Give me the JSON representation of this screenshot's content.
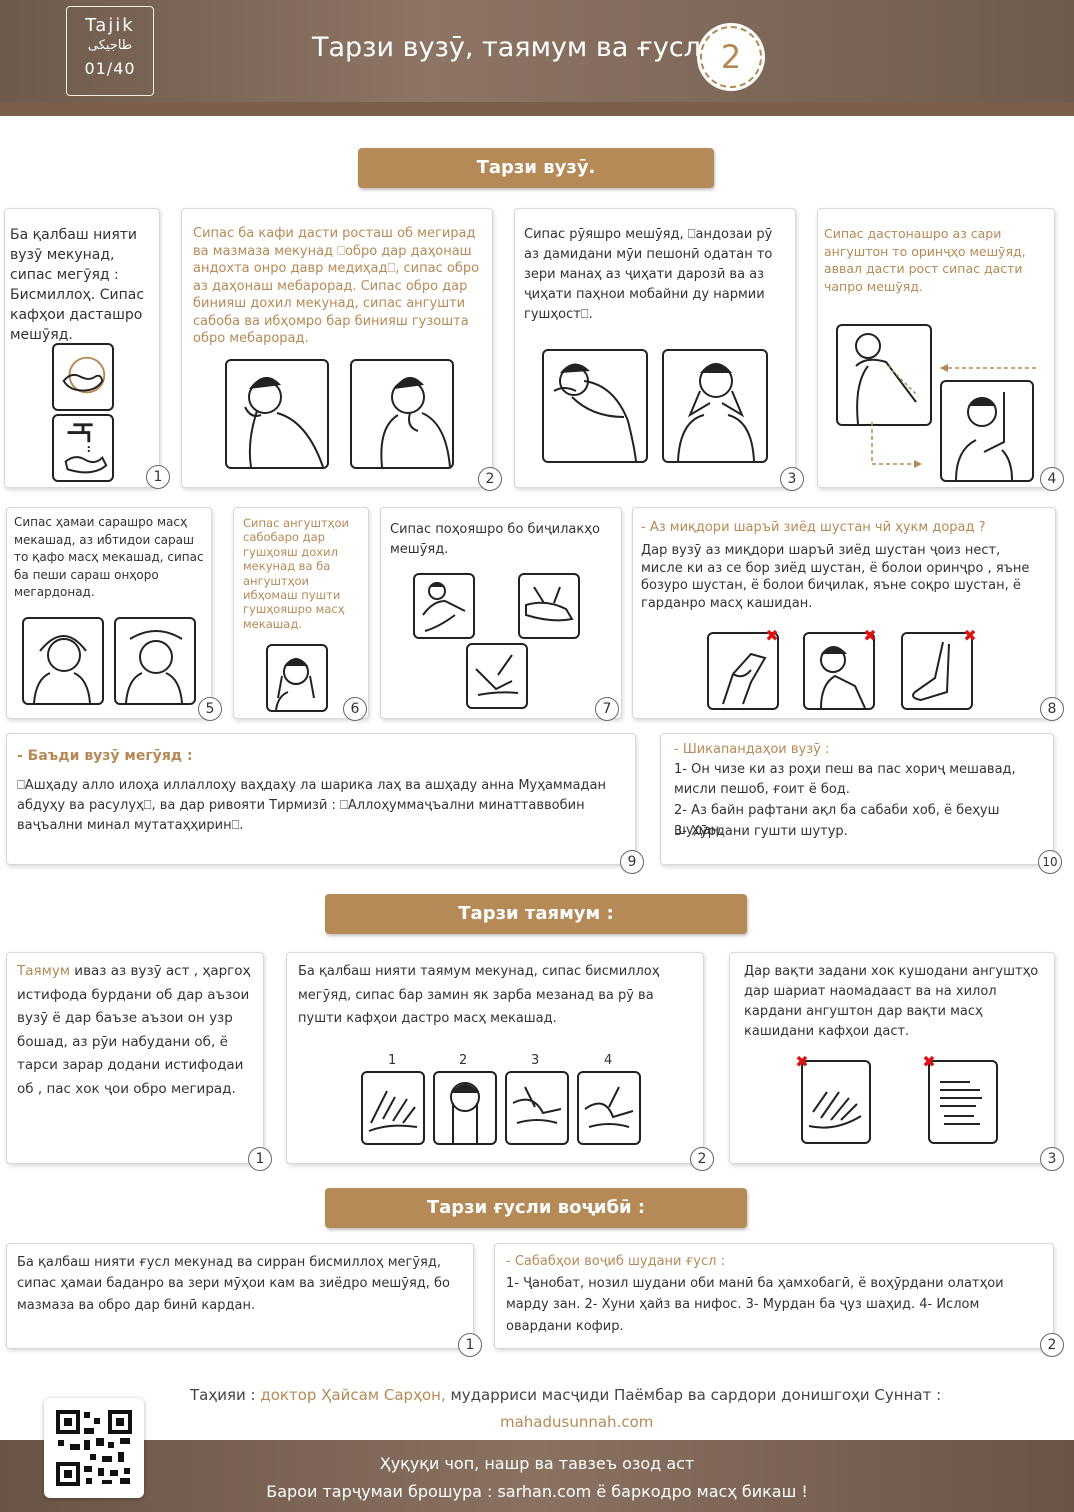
{
  "header": {
    "lang_en": "Tajik",
    "lang_native": "طاجیکی",
    "page_counter": "01/40",
    "title": "Тарзи вузӯ, таямум ва ғусл",
    "issue_number": "2"
  },
  "wudu": {
    "heading": "Тарзи вузӯ.",
    "cards": [
      {
        "n": "1",
        "text": "Ба қалбаш нияти вузӯ мекунад, сипас мегӯяд : Бисмиллоҳ. Сипас кафҳои дасташро мешӯяд."
      },
      {
        "n": "2",
        "text": "Сипас ба кафи дасти росташ об мегирад ва мазмаза мекунад ⎕обро дар даҳонаш андохта онро давр медиҳад⎕, сипас обро аз даҳонаш мебарорад. Сипас обро дар бинияш дохил мекунад, сипас ангушти сабоба ва ибҳомро бар бинияш гузошта обро мебарорад."
      },
      {
        "n": "3",
        "text": "Сипас рӯяшро мешӯяд, ⎕андозаи рӯ аз дамидани мӯи пешонӣ одатан то зери манаҳ аз ҷиҳати дарозӣ ва аз ҷиҳати паҳнои мобайни ду нармии гушҳост⎕."
      },
      {
        "n": "4",
        "text": "Сипас дастонашро аз сари ангуштон то оринҷҳо мешӯяд, аввал дасти рост сипас дасти чапро мешӯяд."
      },
      {
        "n": "5",
        "text": "Сипас ҳамаи сарашро масҳ мекашад, аз ибтидои сараш то қафо масҳ мекашад, сипас ба пеши сараш онҳоро мегардонад."
      },
      {
        "n": "6",
        "text": "Сипас ангуштҳои сабобаро дар гушҳояш дохил мекунад ва ба ангуштҳои ибҳомаш пушти гушҳояшро масҳ мекашад."
      },
      {
        "n": "7",
        "text": "Сипас поҳояшро бо биҷилакҳо мешӯяд."
      },
      {
        "n": "8",
        "question": "- Аз миқдори шаръӣ зиёд шустан чӣ ҳукм дорад ?",
        "text": "Дар вузӯ аз миқдори шаръӣ зиёд шустан ҷоиз нест, мисле ки аз се бор зиёд шустан, ё болои оринҷро , яъне бозуро шустан, ё болои биҷилак, яъне соқро шустан, ё гарданро масҳ кашидан."
      },
      {
        "n": "9",
        "heading": "- Баъди вузӯ мегӯяд :",
        "text": "⎕Ашҳаду алло илоҳа иллаллоҳу ваҳдаҳу ла шарика лаҳ ва ашҳаду анна Муҳаммадан абдуҳу ва расулуҳ⎕, ва дар ривояти Тирмизӣ : ⎕Аллоҳуммаҷъални минаттаввобин ваҷъални минал мутатаҳҳирин⎕."
      },
      {
        "n": "10",
        "heading": "- Шикanандаҳои вузӯ :",
        "items": [
          "1- Он чизе ки аз роҳи пеш ва пас хориҷ мешавад, мисли пешоб, ғоит ё бод.",
          "2- Аз байн рафтани ақл ба сабаби хоб, ё беҳуш шудан.",
          "3- Хӯрдани гушти шутур."
        ]
      }
    ]
  },
  "tayammum": {
    "heading": "Тарзи таямум :",
    "cards": [
      {
        "n": "1",
        "highlight": "Таямум",
        "text": " иваз аз вузӯ аст , ҳаргоҳ истифода бурдани об дар аъзои вузӯ ё дар баъзе аъзои он узр бошад, аз рӯи набудани об, ё тарси зарар додани истифодаи об , пас хок ҷои обро мегирад."
      },
      {
        "n": "2",
        "text": "Ба қалбаш нияти таямум мекунад, сипас бисмиллоҳ мегӯяд, сипас бар замин як зарба мезанад ва рӯ ва пушти кафҳои дастро масҳ мекашад.",
        "steps": [
          "1",
          "2",
          "3",
          "4"
        ]
      },
      {
        "n": "3",
        "text": "Дар вақти задани хок кушодани ангуштҳо дар шариат наомадааст ва на хилол кардани ангуштон дар вақти масҳ кашидани кафҳои даст."
      }
    ]
  },
  "ghusl": {
    "heading": "Тарзи ғусли воҷибӣ :",
    "cards": [
      {
        "n": "1",
        "text": "Ба қалбаш нияти ғусл мекунад ва сирран бисмиллоҳ мегӯяд, сипас ҳамаи баданро ва зери мӯҳои кам ва зиёдро мешӯяд, бо мазмаза ва обро дар бинӣ кардан."
      },
      {
        "n": "2",
        "heading": "- Сабабҳои воҷиб шудани ғусл :",
        "text": "1- Ҷанобат, нозил шудани оби манӣ ба ҳамхобагӣ, ё воҳӯрдани олатҳои марду зан. 2- Хуни ҳайз ва нифос. 3- Мурдан ба ҷуз шаҳид. 4- Ислом овардани кофир."
      }
    ]
  },
  "credits": {
    "prefix": "Таҳияи : ",
    "author": "доктор Ҳайсам Сарҳон,",
    "suffix": " мударриси масҷиди Паёмбар ва сардори донишгоҳи Суннат :",
    "website": "mahadusunnah.com"
  },
  "footer": {
    "line1": "Ҳуқуқи чоп, нашр ва тавзеъ озод аст",
    "line2": "Барои тарҷумаи брошура : sarhan.com  ё баркодро масҳ бикаш !"
  },
  "colors": {
    "accent": "#b58a57",
    "header_bg": "#7b6353",
    "text": "#333333"
  }
}
